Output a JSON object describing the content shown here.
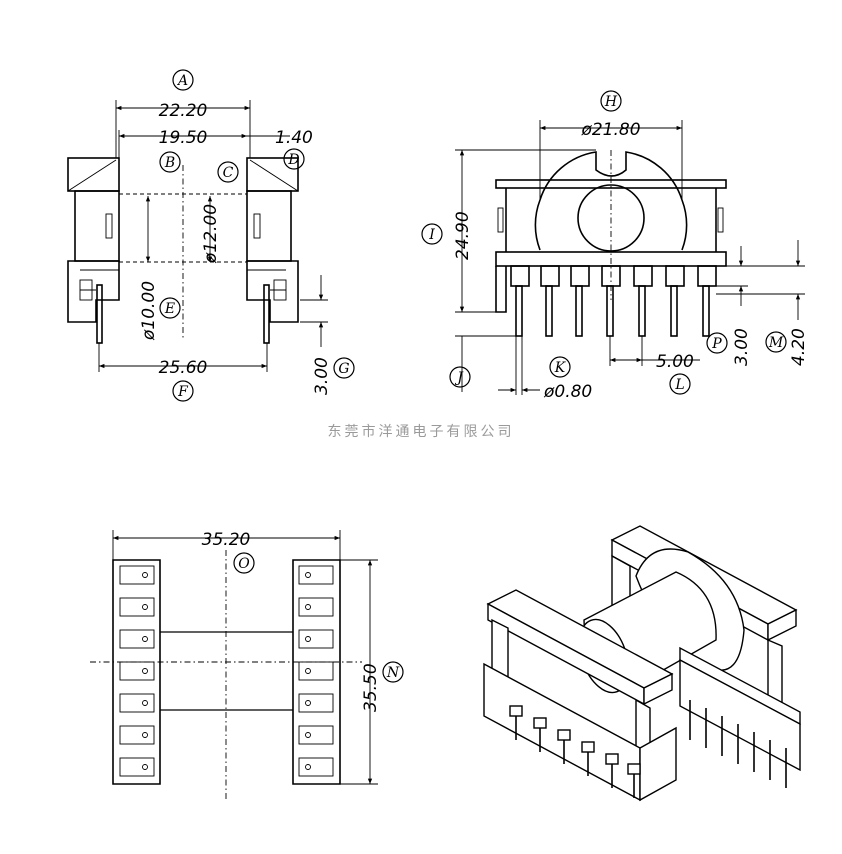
{
  "dimensions": {
    "A": "22.20",
    "B": "19.50",
    "D": "1.40",
    "C": "ø12.00",
    "E": "ø10.00",
    "F": "25.60",
    "G": "3.00",
    "H": "ø21.80",
    "I": "24.90",
    "K": "ø0.80",
    "L": "5.00",
    "P": "3.00",
    "M": "4.20",
    "O": "35.20",
    "N": "35.50"
  },
  "labels": [
    "A",
    "B",
    "C",
    "D",
    "E",
    "F",
    "G",
    "H",
    "I",
    "J",
    "K",
    "L",
    "M",
    "N",
    "O",
    "P"
  ],
  "company": "东莞市洋通电子有限公司"
}
